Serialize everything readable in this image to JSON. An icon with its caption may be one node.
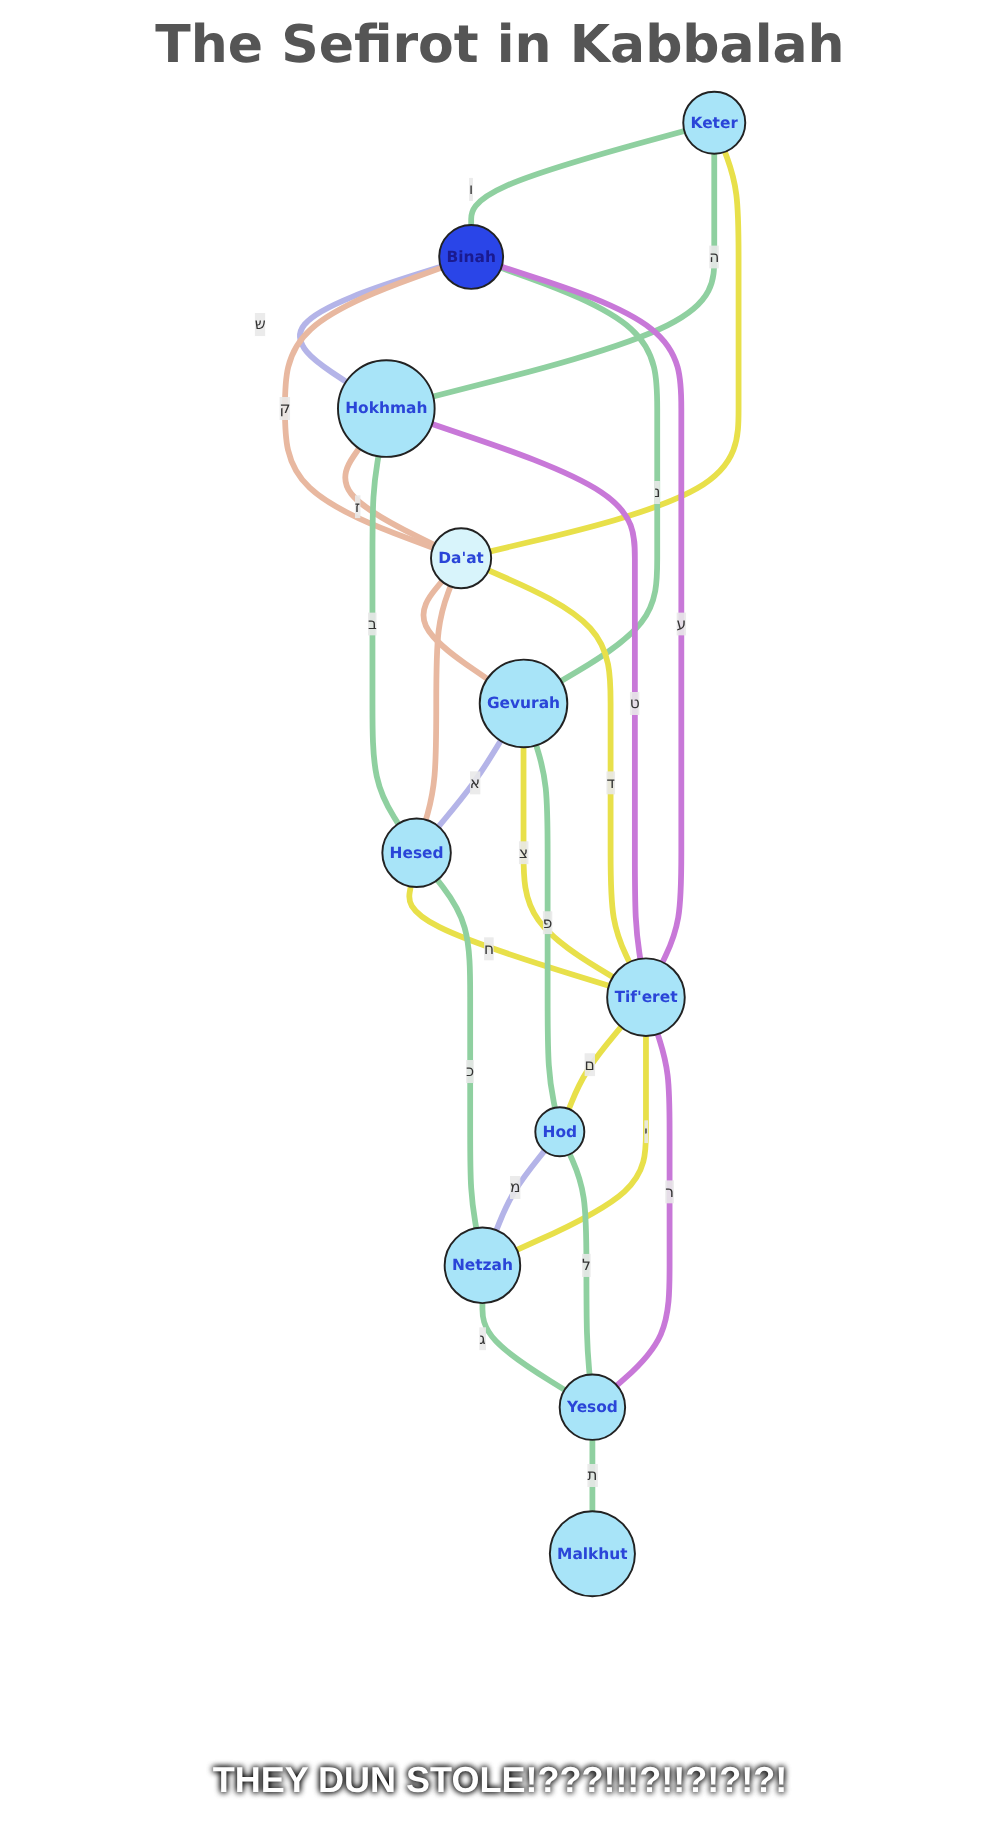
{
  "diagram": {
    "title": "The Sefirot in Kabbalah",
    "nodes": [
      {
        "text": [
          "Keter"
        ]
      },
      {
        "text": [
          "Binah"
        ]
      },
      {
        "text": [
          "Hokhmah"
        ]
      },
      {
        "text": [
          "Da'at"
        ]
      },
      {
        "text": [
          "Gevurah"
        ]
      },
      {
        "text": [
          "Hesed"
        ]
      },
      {
        "text": [
          "Tif'eret"
        ]
      },
      {
        "text": [
          "Hod"
        ]
      },
      {
        "text": [
          "Netzah"
        ]
      },
      {
        "text": [
          "Yesod"
        ]
      },
      {
        "text": [
          "Malkhut"
        ]
      }
    ],
    "edges": [
      {
        "from": 0,
        "to": 1,
        "arrow": "none",
        "label": "ו"
      },
      {
        "from": 0,
        "to": 2,
        "arrow": "none",
        "label": "ה"
      },
      {
        "from": 0,
        "to": 3,
        "arrow": "none",
        "color": "#e8e04a"
      },
      {
        "from": 1,
        "to": 2,
        "arrow": "none",
        "label": "ש",
        "color": "#b4b4e8"
      },
      {
        "from": 1,
        "to": 3,
        "arrow": "none",
        "label": "ק",
        "color": "#e8b8a0"
      },
      {
        "from": 2,
        "to": 3,
        "arrow": "none",
        "label": "ז",
        "color": "#e8b8a0"
      },
      {
        "from": 1,
        "to": 4,
        "arrow": "none",
        "label": "נ"
      },
      {
        "from": 2,
        "to": 5,
        "arrow": "none",
        "label": "ב"
      },
      {
        "from": 1,
        "to": 6,
        "arrow": "none",
        "label": "ע",
        "color": "#c878d8"
      },
      {
        "from": 2,
        "to": 6,
        "arrow": "none",
        "label": "ט",
        "color": "#c878d8"
      },
      {
        "from": 3,
        "to": 4,
        "arrow": "none",
        "color": "#e8b8a0"
      },
      {
        "from": 3,
        "to": 5,
        "arrow": "none",
        "color": "#e8b8a0"
      },
      {
        "from": 3,
        "to": 6,
        "arrow": "none",
        "label": "ד",
        "color": "#e8e04a"
      },
      {
        "from": 4,
        "to": 5,
        "arrow": "none",
        "label": "א",
        "color": "#b4b4e8"
      },
      {
        "from": 4,
        "to": 6,
        "arrow": "none",
        "label": "צ",
        "color": "#e8e04a"
      },
      {
        "from": 5,
        "to": 6,
        "arrow": "none",
        "label": "ח",
        "color": "#e8e04a"
      },
      {
        "from": 4,
        "to": 7,
        "arrow": "none",
        "label": "פ"
      },
      {
        "from": 5,
        "to": 8,
        "arrow": "none",
        "label": "כ"
      },
      {
        "from": 6,
        "to": 7,
        "arrow": "none",
        "label": "ם",
        "color": "#e8e04a"
      },
      {
        "from": 6,
        "to": 8,
        "arrow": "none",
        "label": "י",
        "color": "#e8e04a"
      },
      {
        "from": 7,
        "to": 8,
        "arrow": "none",
        "label": "מ",
        "color": "#b4b4e8"
      },
      {
        "from": 6,
        "to": 9,
        "arrow": "none",
        "label": "ר",
        "color": "#c878d8"
      },
      {
        "from": 7,
        "to": 9,
        "arrow": "none",
        "label": "ל"
      },
      {
        "from": 8,
        "to": 9,
        "arrow": "none",
        "label": "ג"
      },
      {
        "from": 9,
        "to": 10,
        "arrow": "none",
        "label": "ת"
      }
    ],
    "labels": [
      "THEY DUN STOLE!???!!!?!!?!?!?!"
    ]
  }
}
